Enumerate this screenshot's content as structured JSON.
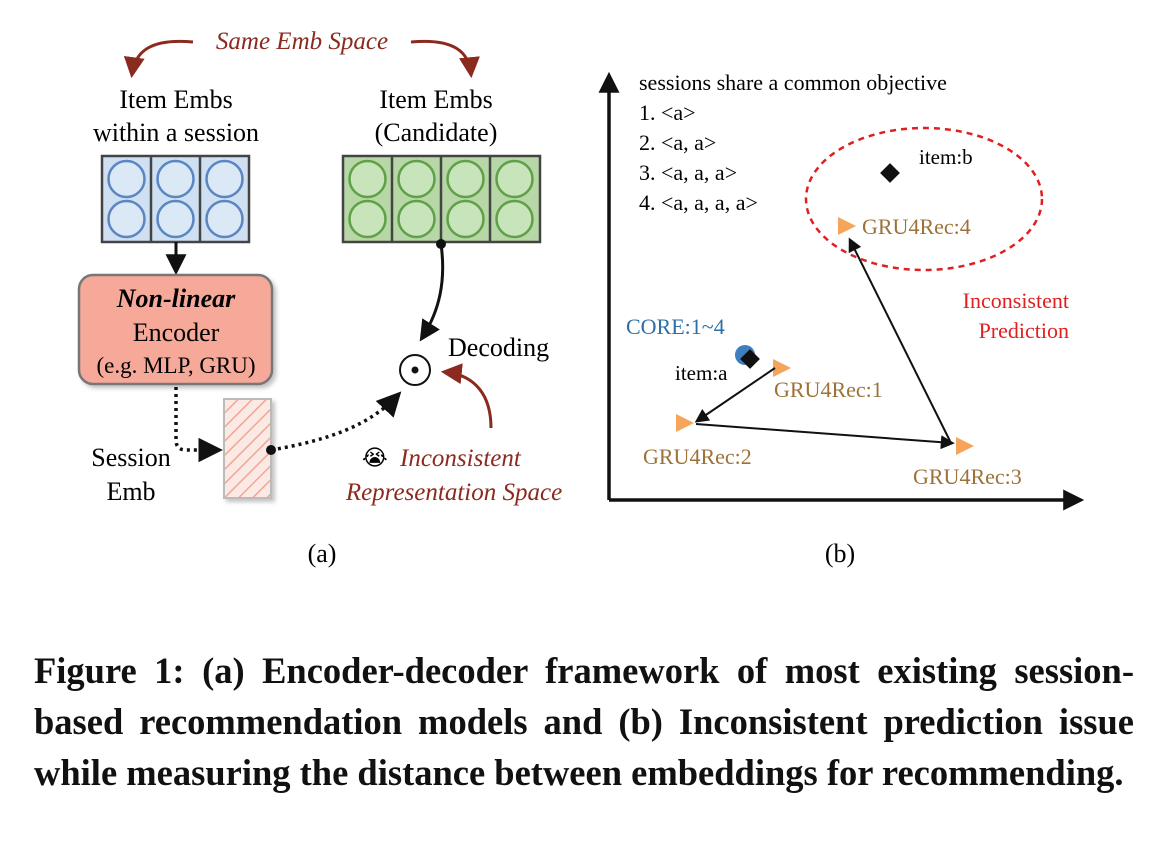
{
  "panel_a": {
    "same_emb_space": "Same Emb Space",
    "item_embs_session": [
      "Item Embs",
      "within a session"
    ],
    "item_embs_candidate": [
      "Item Embs",
      "(Candidate)"
    ],
    "encoder": {
      "title": "Non-linear",
      "line2": "Encoder",
      "line3": "(e.g. MLP, GRU)"
    },
    "decoding_symbol": "⊙",
    "decoding": "Decoding",
    "session_emb": [
      "Session",
      "Emb"
    ],
    "emoji": "😭",
    "inconsistent_space": [
      "Inconsistent",
      "Representation Space"
    ],
    "label": "(a)",
    "colors": {
      "blue_fill": "#cfe0f3",
      "blue_stroke": "#5b86c2",
      "green_fill": "#c3dfb3",
      "green_stroke": "#5fa049",
      "encoder_fill": "#f6a899",
      "annotation": "#8b2a1e"
    }
  },
  "panel_b": {
    "objective_title": "sessions share a common objective",
    "sessions": [
      "1. <a>",
      "2. <a, a>",
      "3. <a, a, a>",
      "4. <a, a, a, a>"
    ],
    "points": {
      "item_a": "item:a",
      "item_b": "item:b",
      "core": "CORE:1~4",
      "gru1": "GRU4Rec:1",
      "gru2": "GRU4Rec:2",
      "gru3": "GRU4Rec:3",
      "gru4": "GRU4Rec:4"
    },
    "inconsistent": [
      "Inconsistent",
      "Prediction"
    ],
    "label": "(b)",
    "colors": {
      "gru": "#f5a55a",
      "gru_text": "#9c7239",
      "core": "#3f7fbf",
      "inconsistent": "#e02020"
    }
  },
  "caption": {
    "figure_label": "Figure 1:",
    "text": "(a) Encoder-decoder framework of most existing session-based recommendation models and (b) Inconsistent prediction issue while measuring the distance between embeddings for recommending."
  }
}
